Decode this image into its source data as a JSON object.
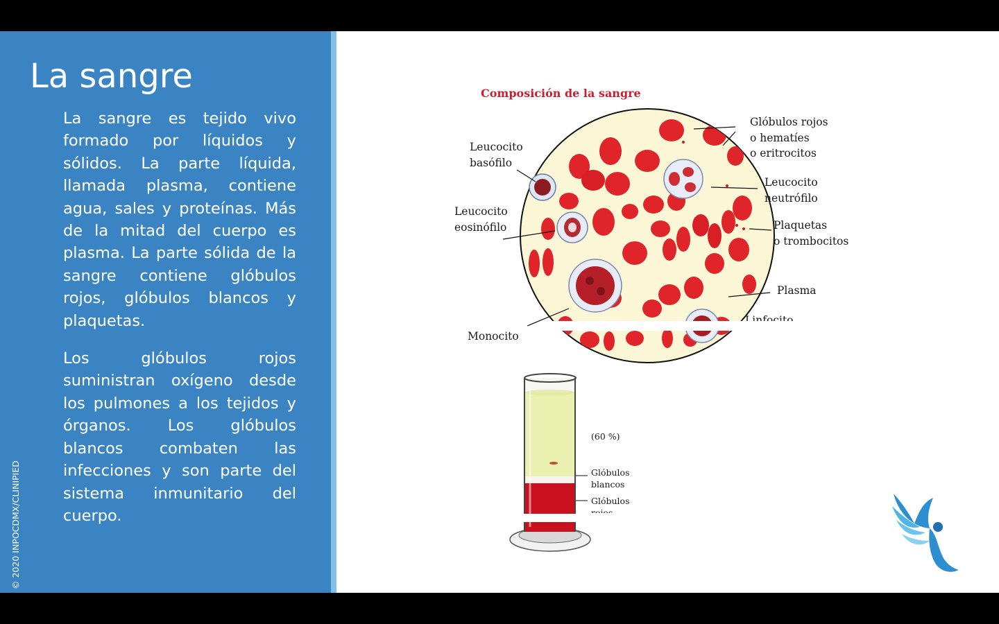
{
  "slide": {
    "title": "La sangre",
    "paragraphs": [
      "La sangre es tejido vivo formado por líquidos y sólidos. La parte líquida, llamada plasma, contiene agua, sales y proteínas. Más de la mitad del cuerpo es plasma. La parte sólida de la sangre contiene glóbulos rojos, glóbulos blancos y plaquetas.",
      "Los glóbulos rojos suministran oxígeno desde los pulmones a los tejidos y órganos. Los glóbulos blancos combaten las infecciones y son parte del sistema inmunitario del cuerpo."
    ],
    "copyright": "© 2020 INPOCDMX/CLINIPIED"
  },
  "diagram": {
    "title": "Composición de la sangre",
    "labels": {
      "globulos_rojos": [
        "Glóbulos rojos",
        "o hematíes",
        "o eritrocitos"
      ],
      "basofilo": [
        "Leucocito",
        "basófilo"
      ],
      "neutrofilo": [
        "Leucocito",
        "neutrófilo"
      ],
      "eosinofilo": [
        "Leucocito",
        "eosinófilo"
      ],
      "plaquetas": [
        "Plaquetas",
        "o trombocitos"
      ],
      "plasma": "Plasma",
      "linfocito": "Linfocito",
      "monocito": "Monocito"
    }
  },
  "tube": {
    "percent": "(60 %)",
    "blancos": [
      "Glóbulos",
      "blancos"
    ],
    "rojos": [
      "Glóbulos",
      "rojos"
    ]
  },
  "colors": {
    "panel": "#3b84c4",
    "accent": "#7fc0e8",
    "blood_red": "#e0252a",
    "diagram_title": "#c8202e",
    "plasma_yellow": "#eaf0b0",
    "logo_blue": "#3aa3dd"
  }
}
